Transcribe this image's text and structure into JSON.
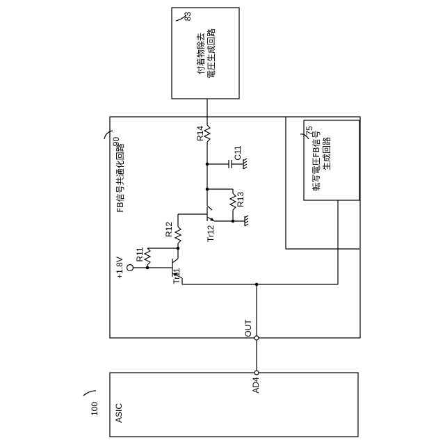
{
  "blocks": {
    "asic": {
      "ref": "100",
      "label": "ASIC",
      "port": "AD4"
    },
    "fb_common": {
      "ref": "90",
      "label": "FB信号共通化回路",
      "port": "OUT"
    },
    "deposit_removal": {
      "ref": "83",
      "line1": "付着物除去",
      "line2": "電圧生成回路"
    },
    "transfer_fb": {
      "ref": "75",
      "line1": "転写電圧FB信号",
      "line2": "生成回路"
    }
  },
  "components": {
    "r11": "R11",
    "r12": "R12",
    "r13": "R13",
    "r14": "R14",
    "c11": "C11",
    "tr11": "Tr11",
    "tr12": "Tr12",
    "vsupply": "+1.8V"
  }
}
